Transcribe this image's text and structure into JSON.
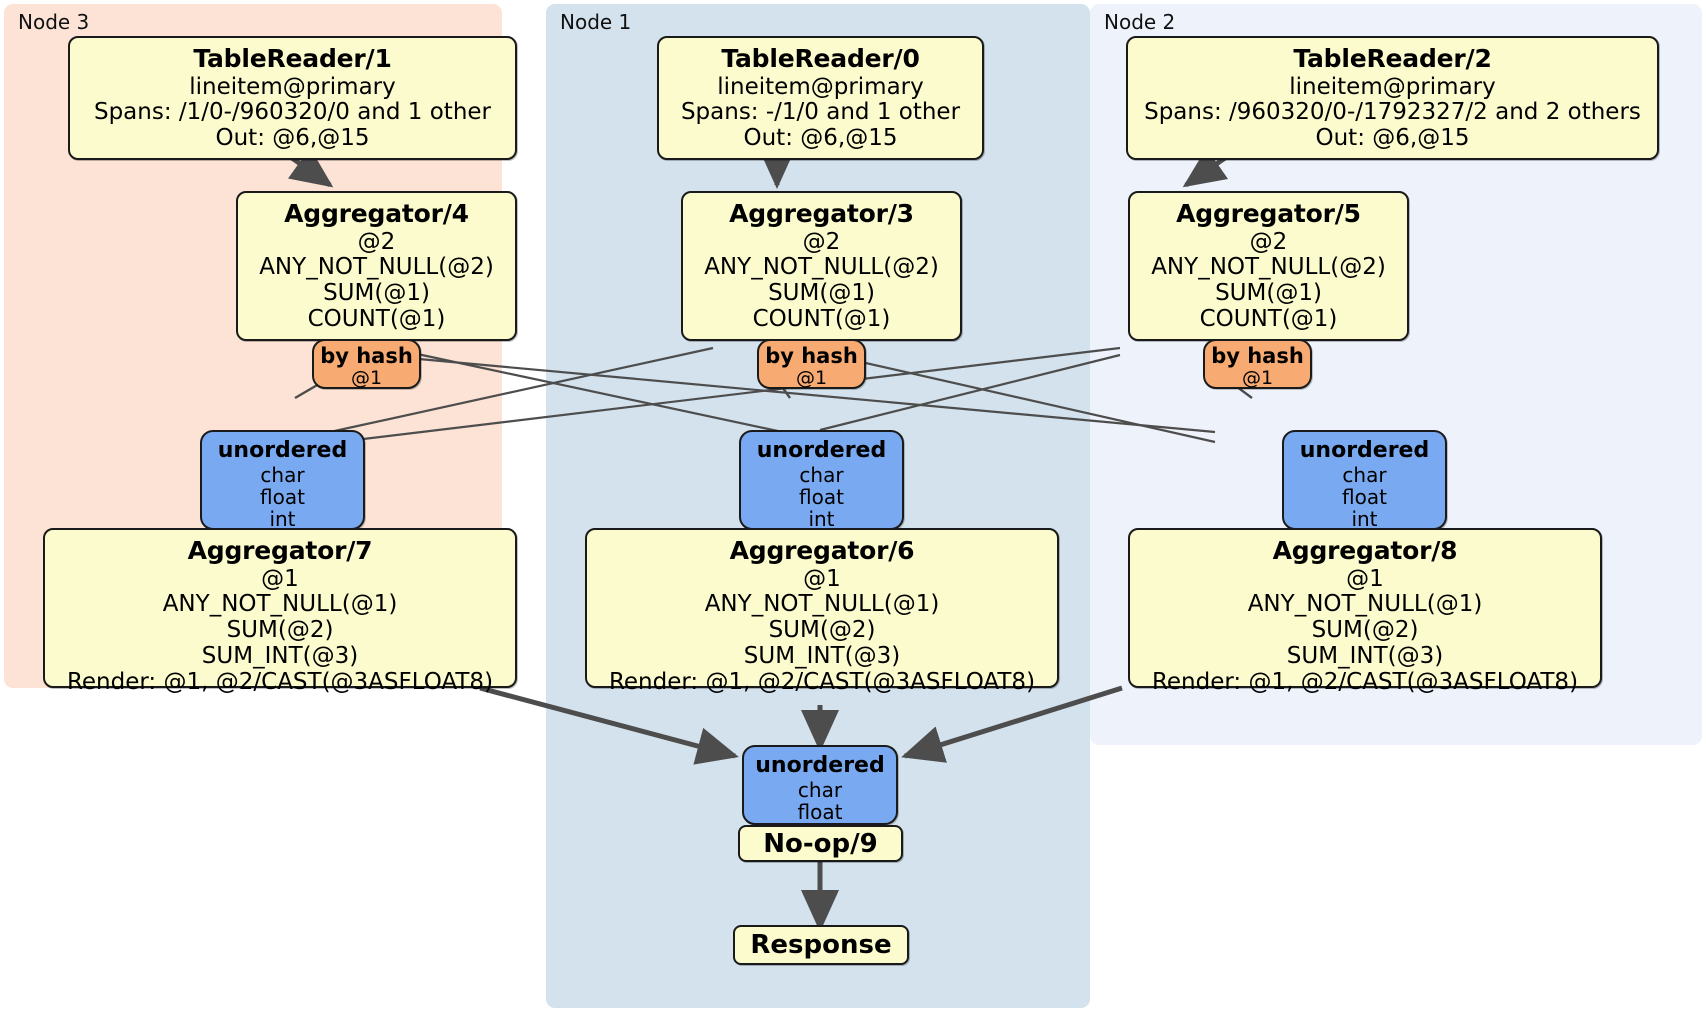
{
  "diagram": {
    "type": "distsql-physical-plan",
    "title": "Distributed SQL physical plan",
    "colors": {
      "node3_panel": "#fce3d5",
      "node1_panel": "#d3e2ec",
      "node2_panel": "#eef2fb",
      "processor_box": "#fbfbcd",
      "router_box": "#f7ab72",
      "stream_box": "#79a9f0",
      "edge": "#4d4d4d",
      "border": "#1a1a1a"
    },
    "panels": [
      {
        "id": "node3",
        "label": "Node 3"
      },
      {
        "id": "node1",
        "label": "Node 1"
      },
      {
        "id": "node2",
        "label": "Node 2"
      }
    ],
    "boxes": {
      "tablereader1": {
        "title": "TableReader/1",
        "lines": [
          "lineitem@primary",
          "Spans: /1/0-/960320/0 and 1 other",
          "Out: @6,@15"
        ]
      },
      "tablereader0": {
        "title": "TableReader/0",
        "lines": [
          "lineitem@primary",
          "Spans: -/1/0 and 1 other",
          "Out: @6,@15"
        ]
      },
      "tablereader2": {
        "title": "TableReader/2",
        "lines": [
          "lineitem@primary",
          "Spans: /960320/0-/1792327/2 and 2 others",
          "Out: @6,@15"
        ]
      },
      "aggregator4": {
        "title": "Aggregator/4",
        "lines": [
          "@2",
          "ANY_NOT_NULL(@2)",
          "SUM(@1)",
          "COUNT(@1)"
        ]
      },
      "aggregator3": {
        "title": "Aggregator/3",
        "lines": [
          "@2",
          "ANY_NOT_NULL(@2)",
          "SUM(@1)",
          "COUNT(@1)"
        ]
      },
      "aggregator5": {
        "title": "Aggregator/5",
        "lines": [
          "@2",
          "ANY_NOT_NULL(@2)",
          "SUM(@1)",
          "COUNT(@1)"
        ]
      },
      "aggregator7": {
        "title": "Aggregator/7",
        "lines": [
          "@1",
          "ANY_NOT_NULL(@1)",
          "SUM(@2)",
          "SUM_INT(@3)",
          "Render: @1, @2/CAST(@3ASFLOAT8)"
        ]
      },
      "aggregator6": {
        "title": "Aggregator/6",
        "lines": [
          "@1",
          "ANY_NOT_NULL(@1)",
          "SUM(@2)",
          "SUM_INT(@3)",
          "Render: @1, @2/CAST(@3ASFLOAT8)"
        ]
      },
      "aggregator8": {
        "title": "Aggregator/8",
        "lines": [
          "@1",
          "ANY_NOT_NULL(@1)",
          "SUM(@2)",
          "SUM_INT(@3)",
          "Render: @1, @2/CAST(@3ASFLOAT8)"
        ]
      },
      "router_left": {
        "title": "by hash",
        "lines": [
          "@1"
        ]
      },
      "router_mid": {
        "title": "by hash",
        "lines": [
          "@1"
        ]
      },
      "router_right": {
        "title": "by hash",
        "lines": [
          "@1"
        ]
      },
      "stream_left": {
        "title": "unordered",
        "lines": [
          "char",
          "float",
          "int"
        ]
      },
      "stream_mid": {
        "title": "unordered",
        "lines": [
          "char",
          "float",
          "int"
        ]
      },
      "stream_right": {
        "title": "unordered",
        "lines": [
          "char",
          "float",
          "int"
        ]
      },
      "stream_final": {
        "title": "unordered",
        "lines": [
          "char",
          "float"
        ]
      },
      "noop9": {
        "title": "No-op/9"
      },
      "response": {
        "title": "Response"
      }
    }
  }
}
